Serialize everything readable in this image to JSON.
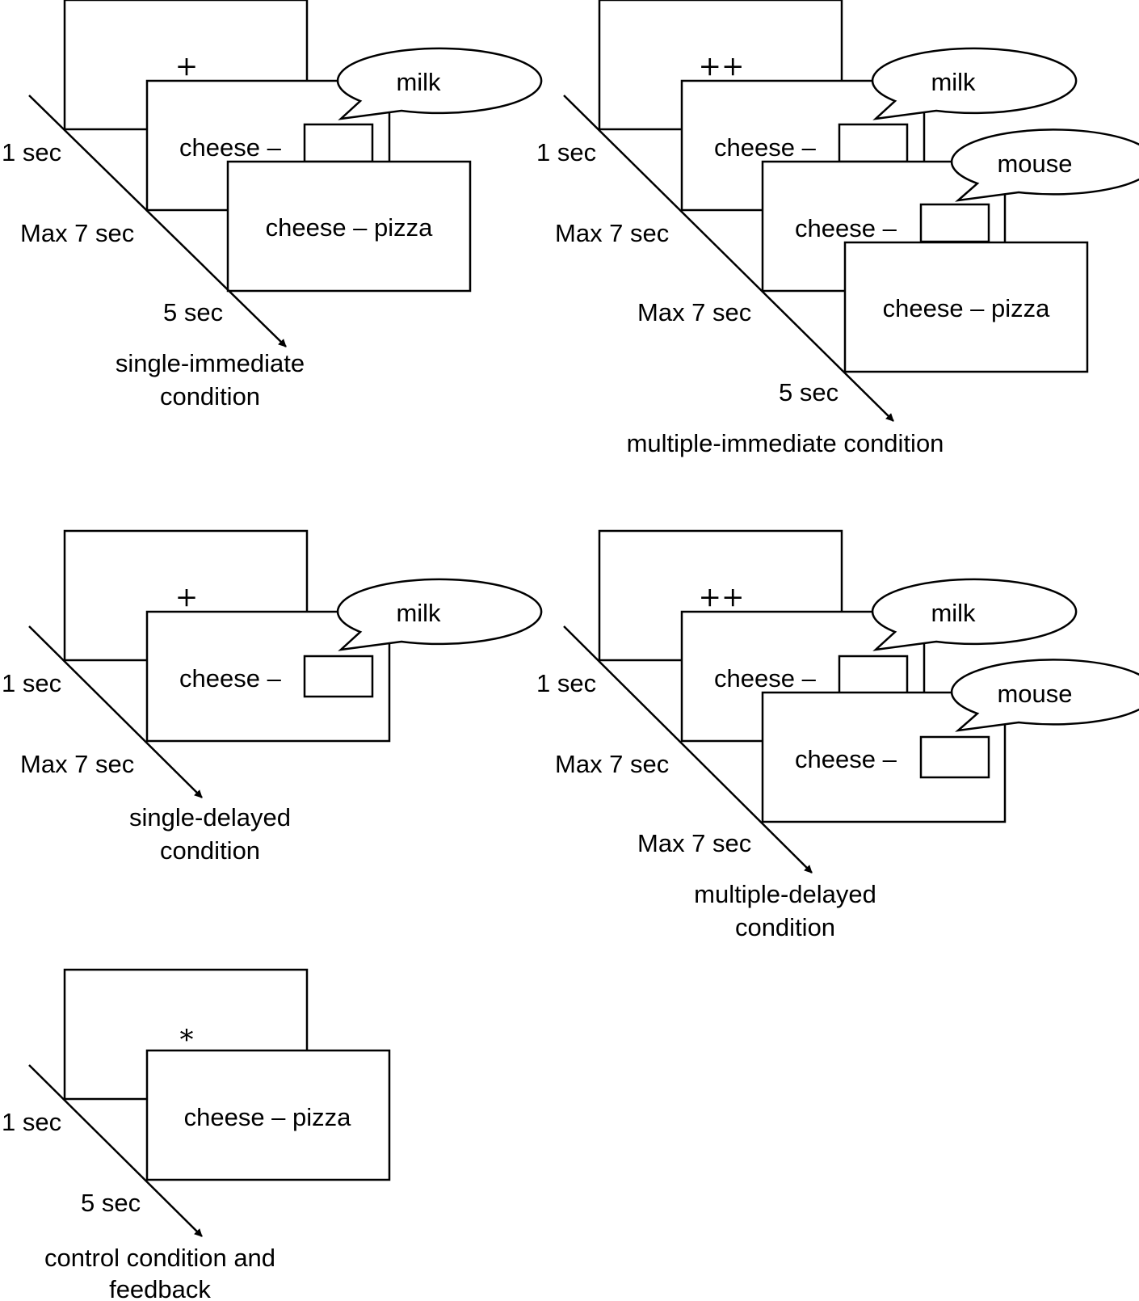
{
  "colors": {
    "ink": "#000000",
    "background": "#ffffff"
  },
  "panels": {
    "single_immediate": {
      "fixation": "+",
      "speech": [
        "milk"
      ],
      "cue": "cheese –",
      "pair": "cheese – pizza",
      "durations": [
        "1 sec",
        "Max 7 sec",
        "5 sec"
      ],
      "caption": [
        "single-immediate",
        "condition"
      ]
    },
    "multiple_immediate": {
      "fixation": "++",
      "speech": [
        "milk",
        "mouse"
      ],
      "cue": "cheese –",
      "pair": "cheese – pizza",
      "durations": [
        "1 sec",
        "Max 7 sec",
        "Max 7 sec",
        "5 sec"
      ],
      "caption": [
        "multiple-immediate condition"
      ]
    },
    "single_delayed": {
      "fixation": "+",
      "speech": [
        "milk"
      ],
      "cue": "cheese –",
      "durations": [
        "1 sec",
        "Max 7 sec"
      ],
      "caption": [
        "single-delayed",
        "condition"
      ]
    },
    "multiple_delayed": {
      "fixation": "++",
      "speech": [
        "milk",
        "mouse"
      ],
      "cue": "cheese –",
      "durations": [
        "1 sec",
        "Max 7 sec",
        "Max 7 sec"
      ],
      "caption": [
        "multiple-delayed",
        "condition"
      ]
    },
    "control": {
      "fixation": "*",
      "pair": "cheese – pizza",
      "durations": [
        "1 sec",
        "5 sec"
      ],
      "caption": [
        "control condition and",
        "feedback"
      ]
    }
  }
}
